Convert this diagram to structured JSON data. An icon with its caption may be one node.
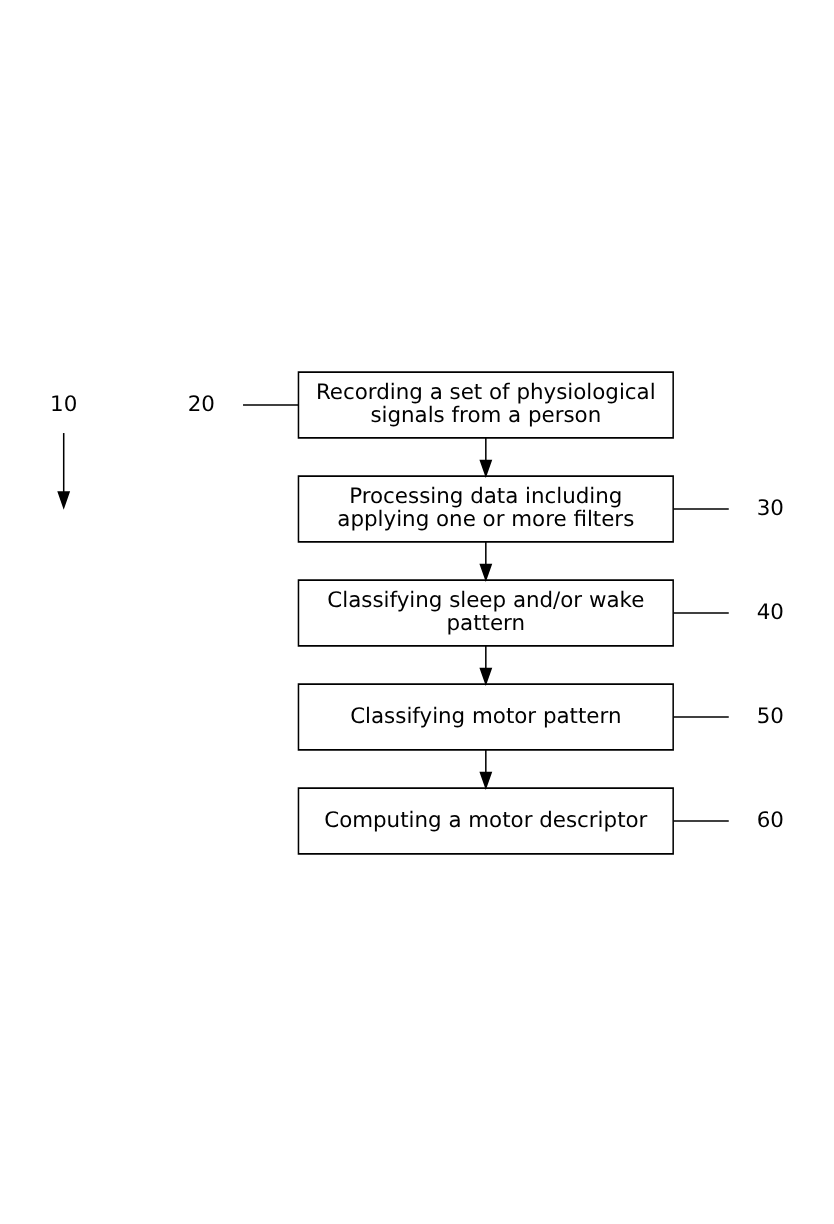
{
  "diagram": {
    "nodes": [
      {
        "text": [
          "10"
        ]
      },
      {
        "text": [
          "20"
        ]
      },
      {
        "text": [
          "Recording a set of physiological signals from a person"
        ]
      },
      {
        "text": [
          "30"
        ]
      },
      {
        "text": [
          "Processing data including applying one or more filters"
        ]
      },
      {
        "text": [
          "40"
        ]
      },
      {
        "text": [
          "Classifying sleep and/or wake pattern"
        ]
      },
      {
        "text": [
          "50"
        ]
      },
      {
        "text": [
          "Classifying motor pattern"
        ]
      },
      {
        "text": [
          "60"
        ]
      },
      {
        "text": [
          "Computing a motor descriptor"
        ]
      }
    ],
    "edges": [
      {
        "from": 0,
        "to": null,
        "arrow": "to"
      },
      {
        "from": 1,
        "to": 2,
        "arrow": "none"
      },
      {
        "from": 2,
        "to": 4,
        "arrow": "to"
      },
      {
        "from": 3,
        "to": 4,
        "arrow": "none"
      },
      {
        "from": 4,
        "to": 6,
        "arrow": "to"
      },
      {
        "from": 5,
        "to": 6,
        "arrow": "none"
      },
      {
        "from": 6,
        "to": 8,
        "arrow": "to"
      },
      {
        "from": 7,
        "to": 8,
        "arrow": "none"
      },
      {
        "from": 8,
        "to": 10,
        "arrow": "to"
      },
      {
        "from": 9,
        "to": 10,
        "arrow": "none"
      }
    ]
  }
}
